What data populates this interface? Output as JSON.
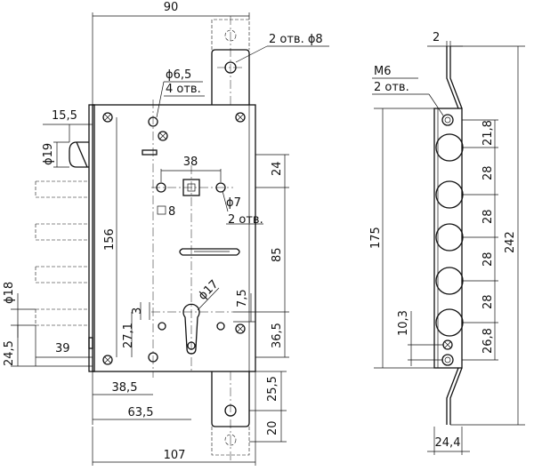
{
  "front_view": {
    "dims": {
      "width_top": "90",
      "holes_top": "2 отв. ϕ8",
      "hole_65": "ϕ6,5",
      "hole_65_count": "4 отв.",
      "bolt_offset": "15,5",
      "bolt_dia": "ϕ19",
      "square_spacing": "38",
      "square_size": "8",
      "hole_7": "ϕ7",
      "hole_7_count": "2 отв.",
      "top_24": "24",
      "h_156": "156",
      "h_85": "85",
      "dia_17": "ϕ17",
      "dim_75": "7,5",
      "dim_3": "3",
      "dim_271": "27,1",
      "dim_365": "36,5",
      "dia_18": "ϕ18",
      "dim_39": "39",
      "dim_245": "24,5",
      "dim_385": "38,5",
      "dim_635": "63,5",
      "dim_255": "25,5",
      "dim_20": "20",
      "width_bottom": "107"
    }
  },
  "side_view": {
    "dims": {
      "top_2": "2",
      "thread": "M6",
      "thread_count": "2 отв.",
      "h_175": "175",
      "h_242": "242",
      "s_218": "21,8",
      "s_28a": "28",
      "s_28b": "28",
      "s_28c": "28",
      "s_28d": "28",
      "s_268": "26,8",
      "s_103": "10,3",
      "width_244": "24,4"
    }
  }
}
